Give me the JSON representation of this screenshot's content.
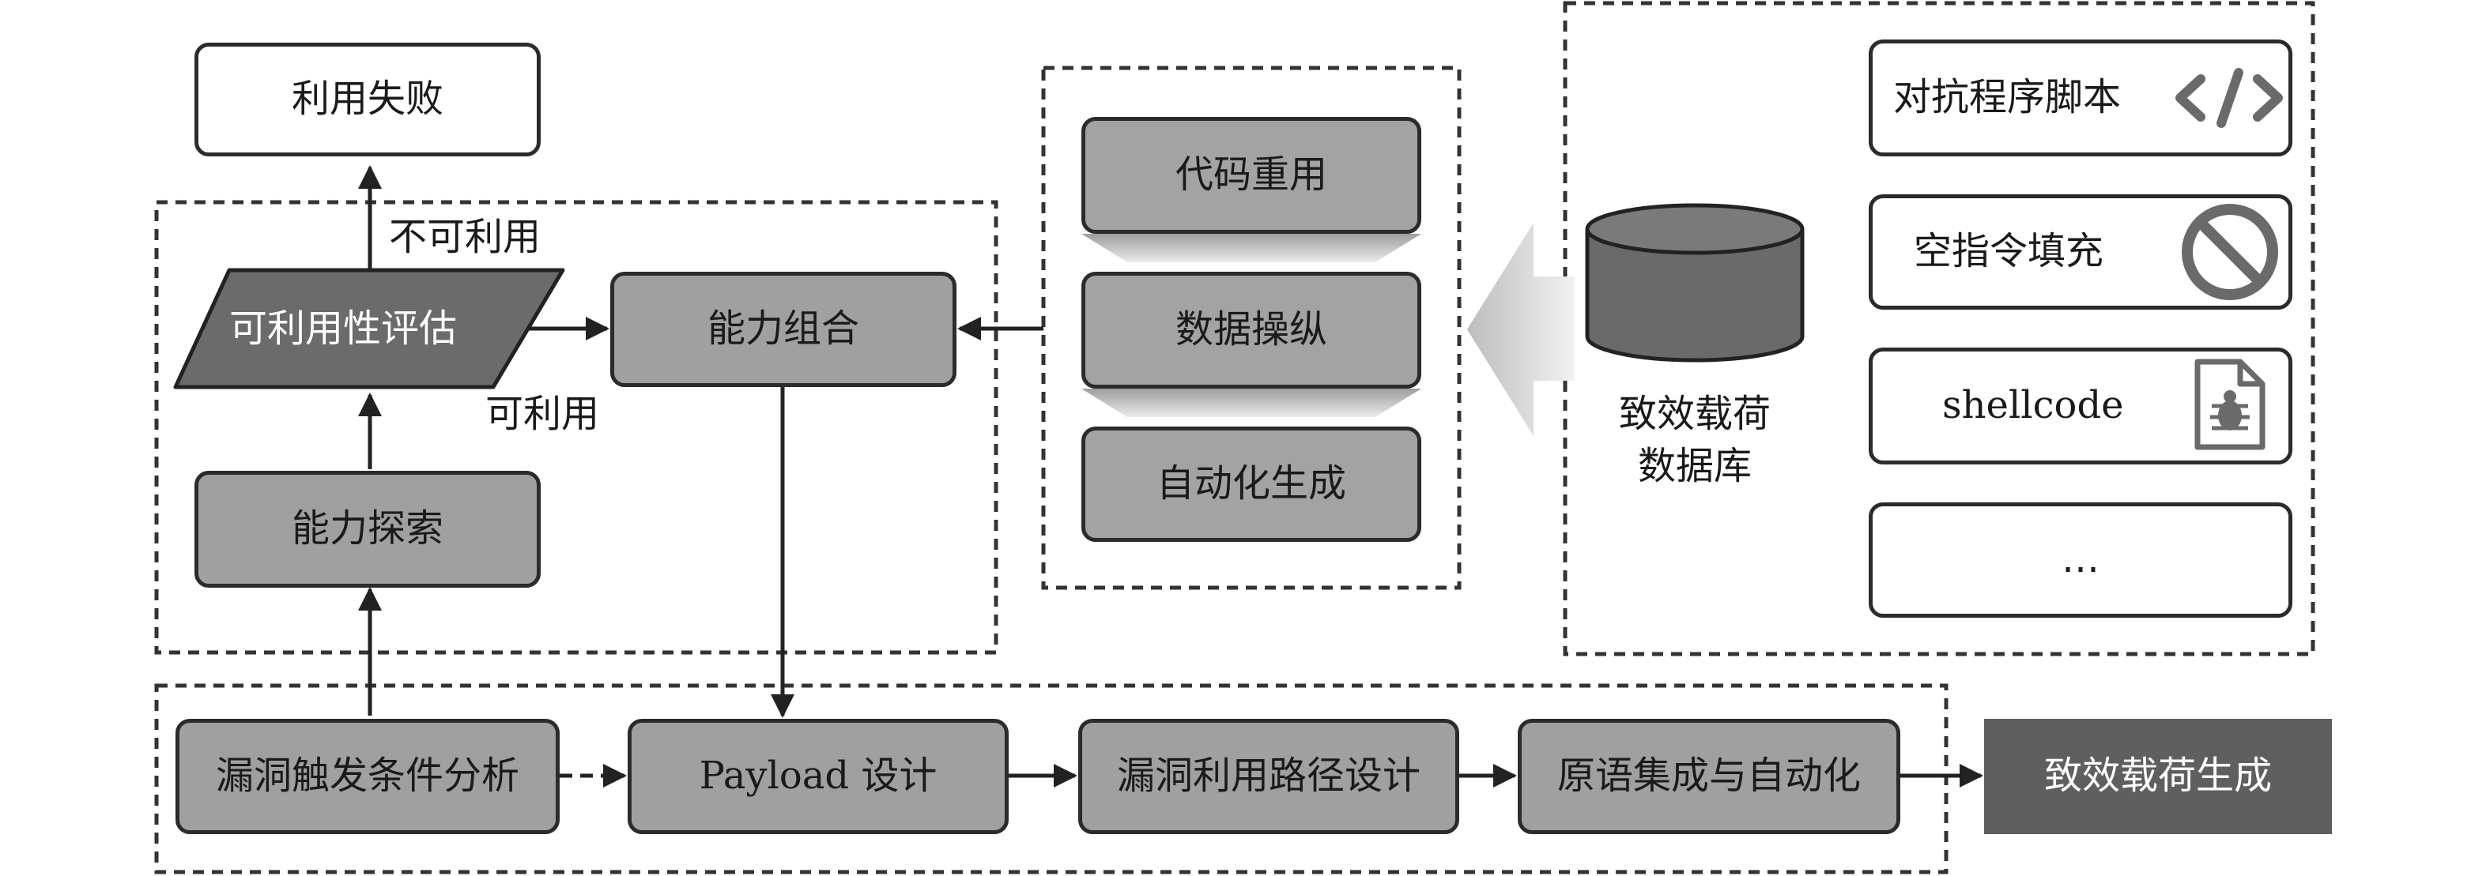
{
  "nodes": {
    "exploit_fail": "利用失败",
    "exploitability_assessment": "可利用性评估",
    "capability_exploration": "能力探索",
    "capability_combination": "能力组合",
    "code_reuse": "代码重用",
    "data_manipulation": "数据操纵",
    "automated_generation": "自动化生成",
    "trigger_analysis": "漏洞触发条件分析",
    "payload_design": "Payload 设计",
    "exploit_path_design": "漏洞利用路径设计",
    "primitive_integration": "原语集成与自动化",
    "payload_generation": "致效载荷生成"
  },
  "edge_labels": {
    "not_exploitable": "不可利用",
    "exploitable": "可利用"
  },
  "database": {
    "label_line1": "致效载荷",
    "label_line2": "数据库",
    "items": [
      {
        "label": "对抗程序脚本",
        "icon": "code-icon"
      },
      {
        "label": "空指令填充",
        "icon": "prohibited-icon"
      },
      {
        "label": "shellcode",
        "icon": "bug-file-icon"
      },
      {
        "label": "…",
        "icon": ""
      }
    ]
  }
}
